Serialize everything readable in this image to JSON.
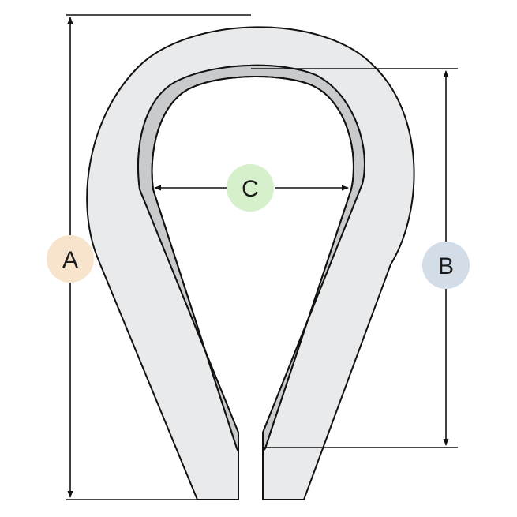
{
  "dimensions": {
    "a": {
      "label": "A",
      "color": "#f8e4cd"
    },
    "b": {
      "label": "B",
      "color": "#d2dde8"
    },
    "c": {
      "label": "C",
      "color": "#d6f0cb"
    }
  },
  "colors": {
    "thimble_body": "#e9eaeb",
    "groove_lining": "#c9cacc",
    "outline": "#111111"
  }
}
